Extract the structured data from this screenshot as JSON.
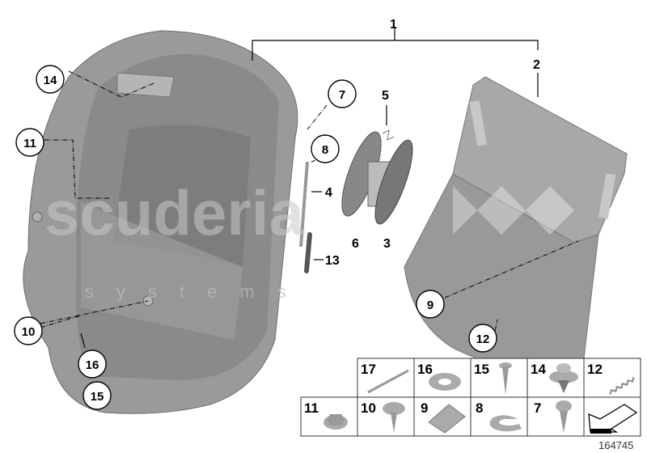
{
  "diagram": {
    "callouts_circled": [
      "14",
      "11",
      "10",
      "16",
      "15",
      "7",
      "8",
      "9",
      "12"
    ],
    "callouts_plain": [
      "1",
      "2",
      "5",
      "4",
      "13",
      "6",
      "3"
    ],
    "watermark": {
      "brand": "scuderia",
      "sub": "systems"
    },
    "parts_table": {
      "row1": [
        "17",
        "16",
        "15",
        "14",
        "12"
      ],
      "row2": [
        "11",
        "10",
        "9",
        "8",
        "7"
      ]
    },
    "diagram_code": "164745",
    "colors": {
      "part_gray": "#8f8f8f",
      "panel_gray": "#a3a3a3",
      "line": "#000000"
    }
  }
}
